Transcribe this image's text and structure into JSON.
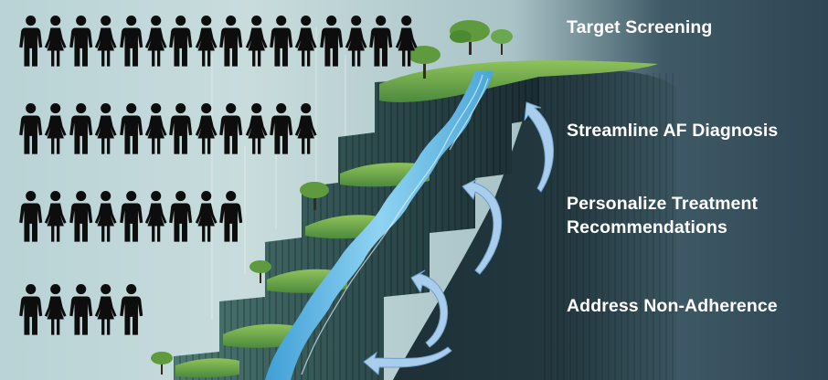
{
  "stages": [
    {
      "id": "target-screening",
      "lines": [
        "Target Screening"
      ],
      "people": 16
    },
    {
      "id": "streamline-af-diagnosis",
      "lines": [
        "Streamline AF Diagnosis"
      ],
      "people": 12
    },
    {
      "id": "personalize-treatment",
      "lines": [
        "Personalize Treatment",
        "Recommendations"
      ],
      "people": 9
    },
    {
      "id": "address-non-adherence",
      "lines": [
        "Address Non-Adherence"
      ],
      "people": 5
    }
  ],
  "colors": {
    "people": "#0d0d0d",
    "labels": "#ffffff",
    "water": "#5fb4e0",
    "grass": "#6aa84f",
    "cliff": "#28423f",
    "arrows": "#a9cdec"
  },
  "icons": [
    "person-icon",
    "curved-arrow-icon",
    "tree-icon",
    "waterfall-icon"
  ]
}
